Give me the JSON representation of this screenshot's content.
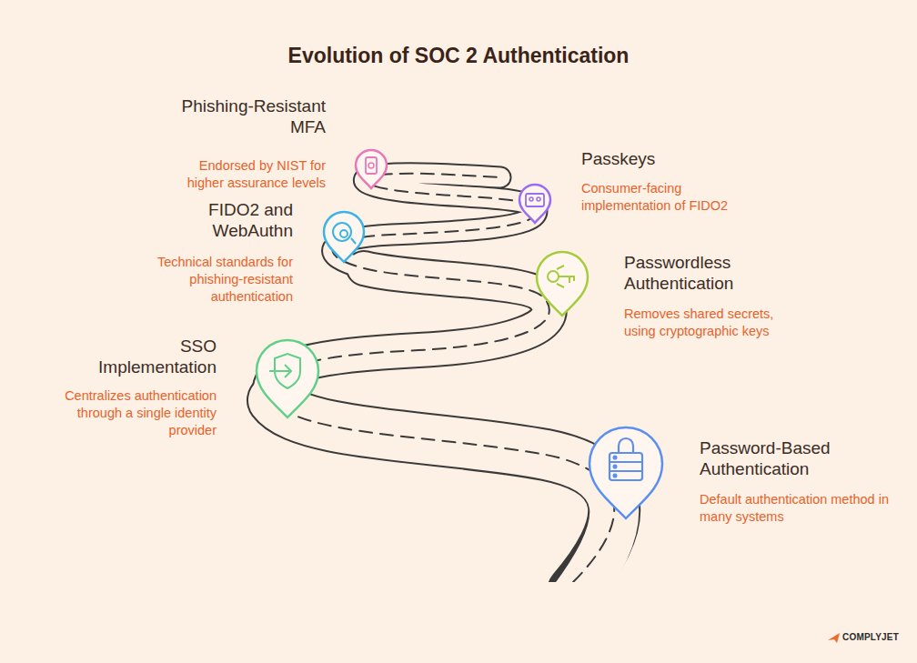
{
  "diagram": {
    "title": "Evolution of SOC 2 Authentication",
    "nodes": [
      {
        "text": [
          "Phishing-Resistant MFA",
          "Endorsed by NIST for higher assurance levels"
        ]
      },
      {
        "text": [
          "Passkeys",
          "Consumer-facing implementation of FIDO2"
        ]
      },
      {
        "text": [
          "FIDO2 and WebAuthn",
          "Technical standards for phishing-resistant authentication"
        ]
      },
      {
        "text": [
          "Passwordless Authentication",
          "Removes shared secrets, using cryptographic keys"
        ]
      },
      {
        "text": [
          "SSO Implementation",
          "Centralizes authentication through a single identity provider"
        ]
      },
      {
        "text": [
          "Password-Based Authentication",
          "Default authentication method in many systems"
        ]
      }
    ],
    "labels": [
      "COMPLYJET"
    ]
  }
}
